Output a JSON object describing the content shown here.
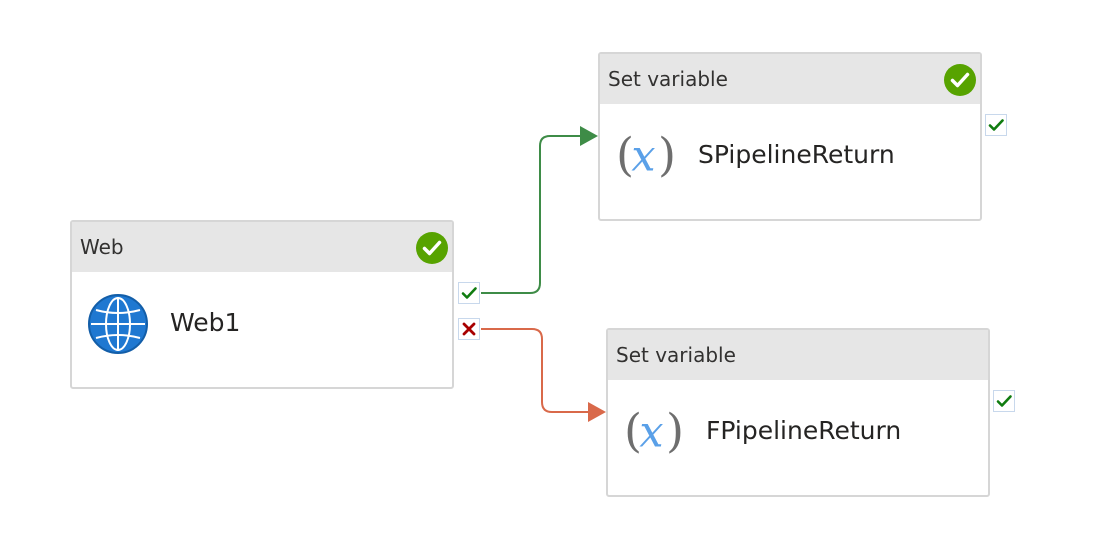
{
  "colors": {
    "success_connector": "#3e8c47",
    "failure_connector": "#d9694a",
    "status_success": "#57a300",
    "check_green": "#107c10",
    "cross_red": "#a80000",
    "header_bg": "#e6e6e6",
    "web_icon_blue": "#1f78d1",
    "variable_icon_blue": "#5aa0e8",
    "variable_paren_gray": "#6e6e6e"
  },
  "activities": {
    "web": {
      "type_label": "Web",
      "name": "Web1",
      "icon": "globe-icon",
      "status": "succeeded"
    },
    "set_success": {
      "type_label": "Set variable",
      "name": "SPipelineReturn",
      "icon": "variable-x-icon",
      "status": "succeeded"
    },
    "set_failure": {
      "type_label": "Set variable",
      "name": "FPipelineReturn",
      "icon": "variable-x-icon",
      "status": "none"
    }
  },
  "ports": {
    "web_success": {
      "icon": "check-icon"
    },
    "web_failure": {
      "icon": "cross-icon"
    },
    "set_success_out": {
      "icon": "check-icon"
    },
    "set_failure_out": {
      "icon": "check-icon"
    }
  },
  "connections": [
    {
      "from": "Web1",
      "to": "SPipelineReturn",
      "condition": "success"
    },
    {
      "from": "Web1",
      "to": "FPipelineReturn",
      "condition": "failure"
    }
  ]
}
